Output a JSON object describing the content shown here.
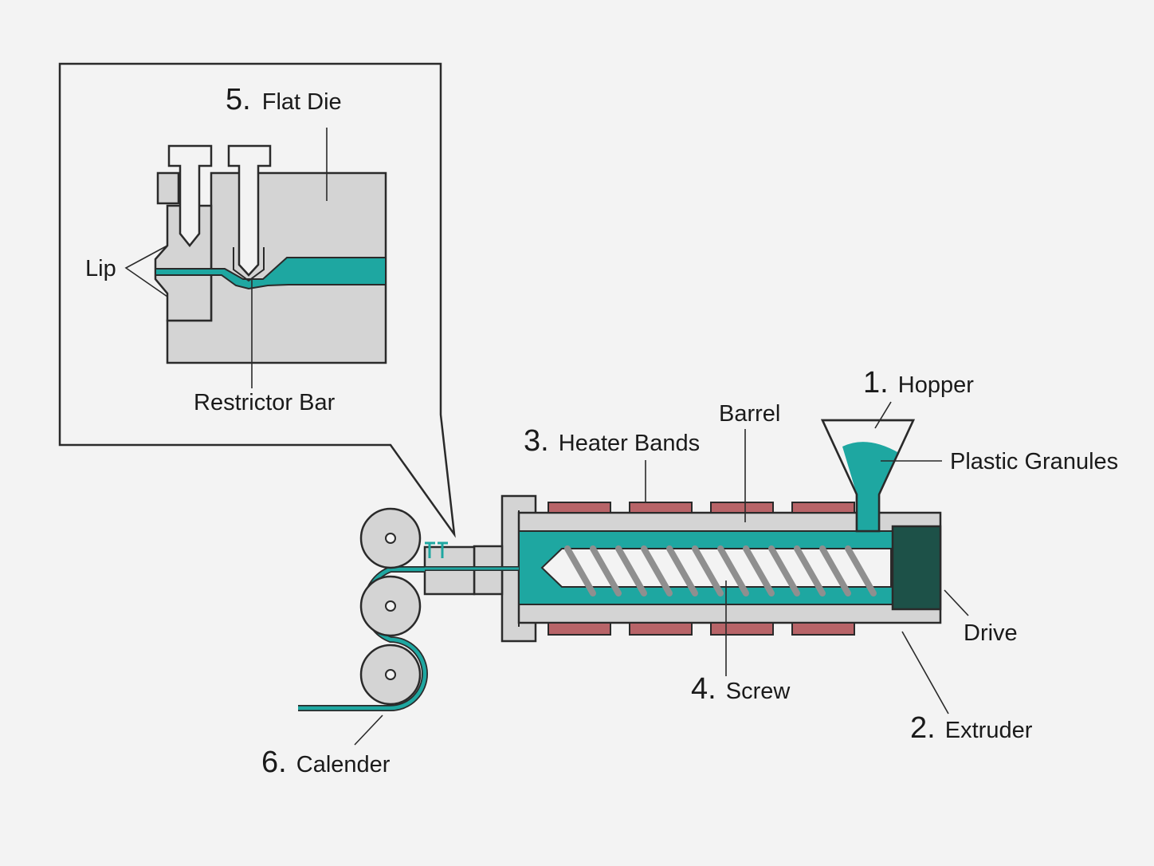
{
  "labels": {
    "flat_die": {
      "num": "5.",
      "text": "Flat Die"
    },
    "lip": {
      "text": "Lip"
    },
    "restrictor_bar": {
      "text": "Restrictor Bar"
    },
    "hopper": {
      "num": "1.",
      "text": "Hopper"
    },
    "barrel": {
      "text": "Barrel"
    },
    "heater_bands": {
      "num": "3.",
      "text": "Heater Bands"
    },
    "plastic_granules": {
      "text": "Plastic Granules"
    },
    "drive": {
      "text": "Drive"
    },
    "screw": {
      "num": "4.",
      "text": "Screw"
    },
    "extruder": {
      "num": "2.",
      "text": "Extruder"
    },
    "calender": {
      "num": "6.",
      "text": "Calender"
    }
  },
  "colors": {
    "background": "#f3f3f3",
    "plastic_melt": "#1ea7a1",
    "metal": "#d4d4d4",
    "heater": "#b86468",
    "drive": "#1d5148",
    "outline": "#2a2a2a"
  }
}
